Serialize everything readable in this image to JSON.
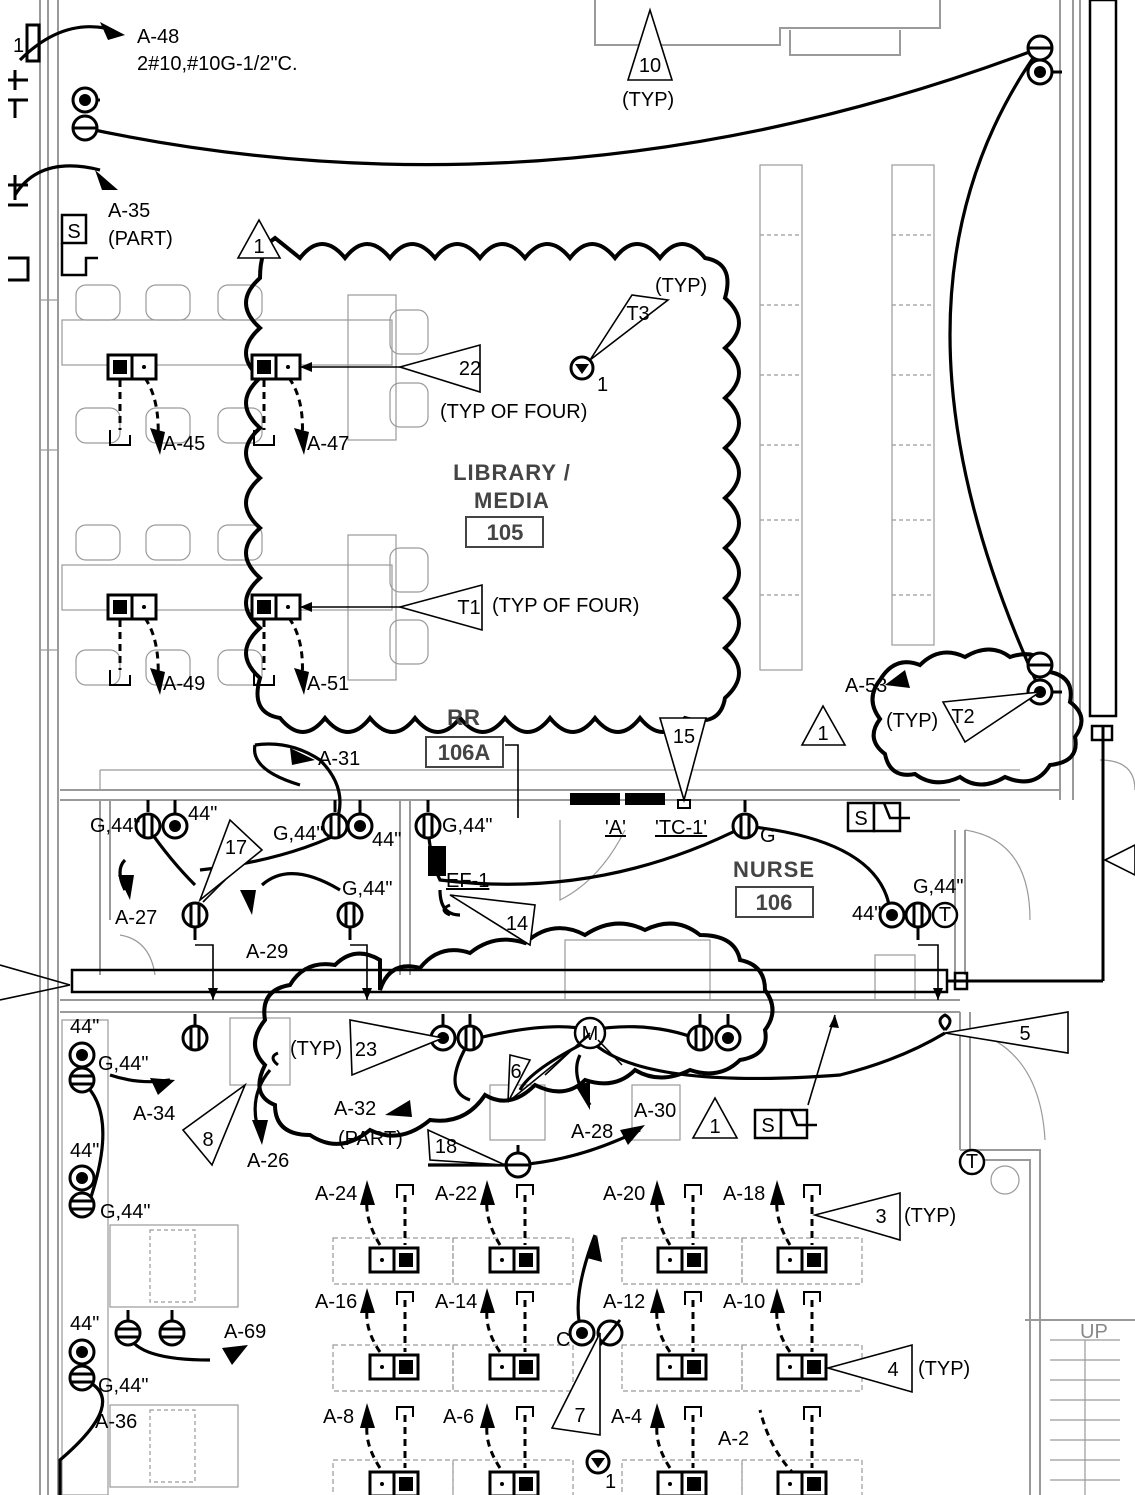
{
  "rooms": {
    "library": {
      "name_line1": "LIBRARY /",
      "name_line2": "MEDIA",
      "number": "105"
    },
    "rr": {
      "name": "RR",
      "number": "106A"
    },
    "nurse": {
      "name": "NURSE",
      "number": "106"
    }
  },
  "notes": {
    "home_run_a48": "A-48",
    "home_run_a48_wire": "2#10,#10G-1/2\"C.",
    "a35": "A-35",
    "a35_part": "(PART)",
    "a32": "A-32",
    "a32_part": "(PART)",
    "typ": "(TYP)",
    "typ_of_four": "(TYP OF FOUR)",
    "ef1": "EF-1",
    "tag_a": "'A'",
    "tag_tc1": "'TC-1'",
    "up": "UP"
  },
  "keynotes": {
    "k10": "10",
    "k22": "22",
    "t3": "T3",
    "t1": "T1",
    "t2": "T2",
    "k15": "15",
    "k17": "17",
    "k14": "14",
    "k23": "23",
    "k5": "5",
    "k6": "6",
    "k8": "8",
    "k18": "18",
    "k3": "3",
    "k4": "4",
    "k7": "7",
    "rev1": "1"
  },
  "circuits": {
    "a45": "A-45",
    "a47": "A-47",
    "a49": "A-49",
    "a51": "A-51",
    "a31": "A-31",
    "a53": "A-53",
    "a27": "A-27",
    "a29": "A-29",
    "a34": "A-34",
    "a26": "A-26",
    "a28": "A-28",
    "a30": "A-30",
    "a24": "A-24",
    "a22": "A-22",
    "a20": "A-20",
    "a18": "A-18",
    "a16": "A-16",
    "a14": "A-14",
    "a12": "A-12",
    "a10": "A-10",
    "a8": "A-8",
    "a6": "A-6",
    "a4": "A-4",
    "a2": "A-2",
    "a69": "A-69",
    "a36": "A-36"
  },
  "device_labels": {
    "g44": "G,44\"",
    "h44": "44\"",
    "g": "G",
    "s": "S",
    "m": "M",
    "t": "T",
    "c": "C",
    "one": "1"
  },
  "icons": [
    "duplex-receptacle-icon",
    "floor-box-icon",
    "switch-s-icon",
    "motor-m-icon",
    "thermostat-t-icon",
    "smoke-detector-icon",
    "revision-delta-icon"
  ]
}
